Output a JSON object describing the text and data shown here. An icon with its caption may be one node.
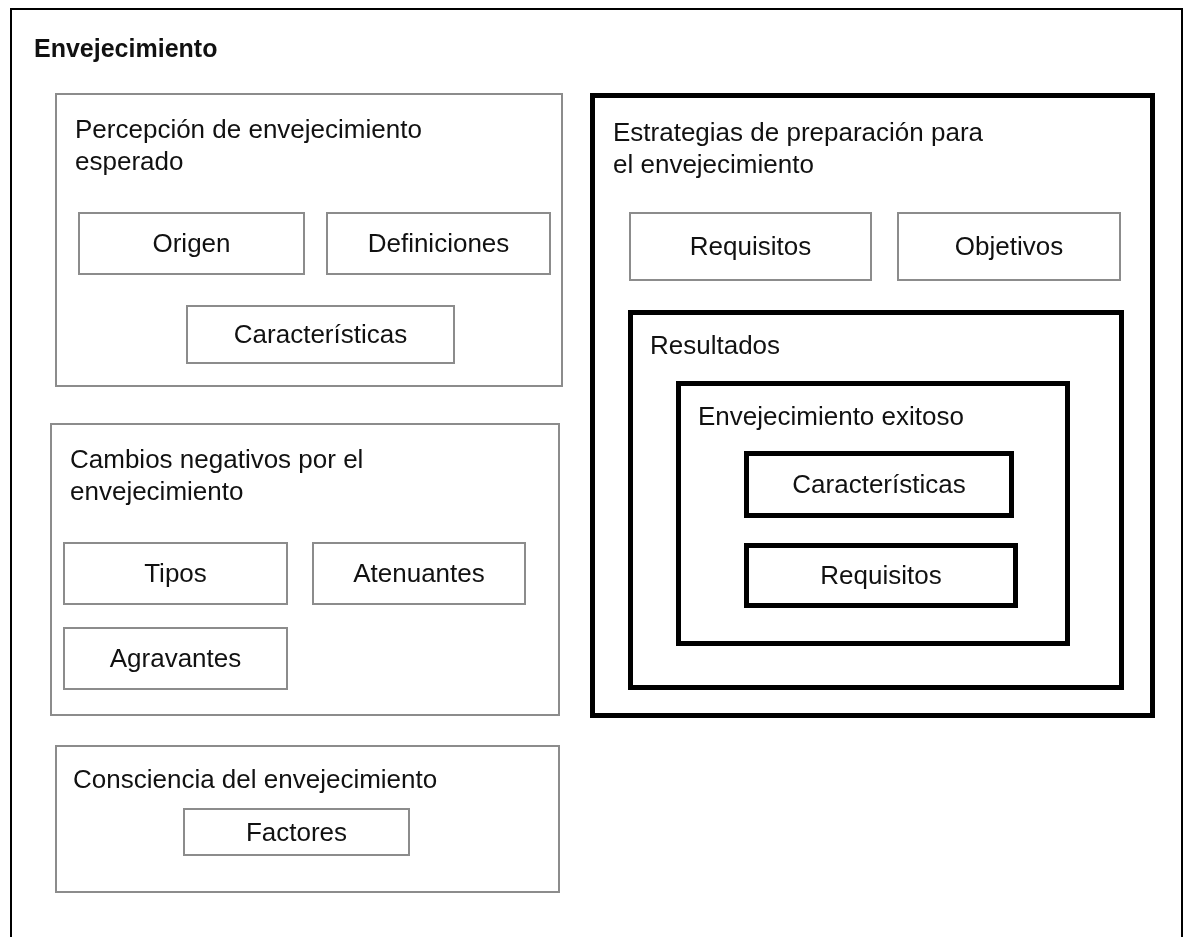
{
  "diagram": {
    "nodes": [
      {
        "text": [
          "Envejecimiento"
        ]
      },
      {
        "text": [
          "Percepción de envejecimiento esperado"
        ],
        "in": 0
      },
      {
        "text": [
          "Origen"
        ],
        "in": 1
      },
      {
        "text": [
          "Definiciones"
        ],
        "in": 1
      },
      {
        "text": [
          "Características"
        ],
        "in": 1
      },
      {
        "text": [
          "Cambios negativos por el envejecimiento"
        ],
        "in": 0
      },
      {
        "text": [
          "Tipos"
        ],
        "in": 5
      },
      {
        "text": [
          "Atenuantes"
        ],
        "in": 5
      },
      {
        "text": [
          "Agravantes"
        ],
        "in": 5
      },
      {
        "text": [
          "Consciencia del envejecimiento"
        ],
        "in": 0
      },
      {
        "text": [
          "Factores"
        ],
        "in": 9
      },
      {
        "text": [
          "Estrategias de preparación para el envejecimiento"
        ],
        "in": 0
      },
      {
        "text": [
          "Requisitos"
        ],
        "in": 11
      },
      {
        "text": [
          "Objetivos"
        ],
        "in": 11
      },
      {
        "text": [
          "Resultados"
        ],
        "in": 11
      },
      {
        "text": [
          "Envejecimiento exitoso"
        ],
        "in": 14
      },
      {
        "text": [
          "Características"
        ],
        "in": 15
      },
      {
        "text": [
          "Requisitos"
        ],
        "in": 15
      }
    ]
  }
}
